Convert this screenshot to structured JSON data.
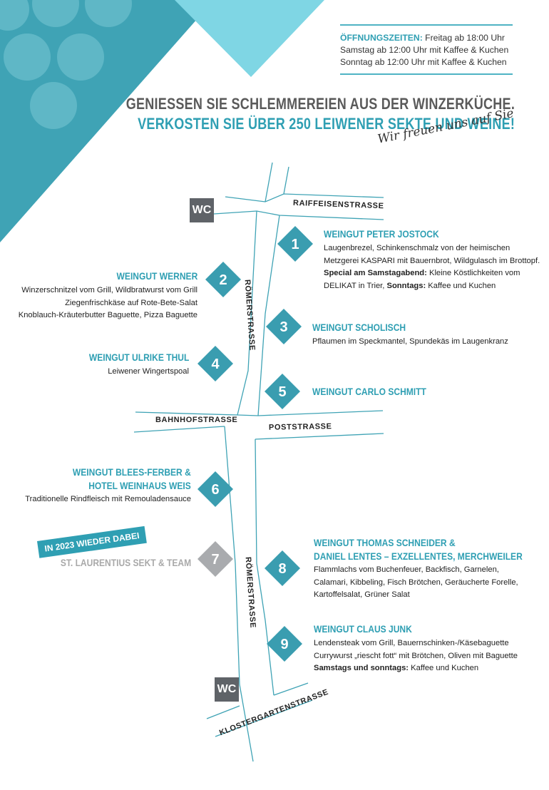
{
  "opening_hours": {
    "label": "ÖFFNUNGSZEITEN:",
    "friday": "Freitag ab 18:00 Uhr",
    "saturday": "Samstag ab 12:00 Uhr mit Kaffee & Kuchen",
    "sunday": "Sonntag ab 12:00 Uhr mit Kaffee & Kuchen"
  },
  "headline": {
    "line1": "Geniessen Sie Schlemmereien aus der Winzerküche.",
    "line2": "Verkosten Sie über 250 Leiwener Sekte und Weine!"
  },
  "slogan": "Wir freuen uns auf Sie",
  "streets": {
    "raiffeisen": "RAIFFEISENSTRASSE",
    "roemer_top": "RÖMERSTRASSE",
    "bahnhof": "BAHNHOFSTRASSE",
    "post": "POSTSTRASSE",
    "roemer_bottom": "RÖMERSTRASSE",
    "klostergarten": "KLOSTERGARTENSTRASSE"
  },
  "wc_label": "WC",
  "badge_2023": "IN 2023 WIEDER DABEI",
  "stations": [
    {
      "number": "1",
      "title": "WEINGUT PETER JOSTOCK",
      "lines": [
        "Laugenbrezel, Schinkenschmalz von der heimischen",
        "Metzgerei KASPARI mit Bauernbrot, Wildgulasch im Brottopf."
      ],
      "special_label": "Special am Samstagabend:",
      "special_text": " Kleine Köstlichkeiten vom",
      "line4_a": "DELIKAT in Trier, ",
      "line4_b": "Sonntags:",
      "line4_c": " Kaffee und Kuchen"
    },
    {
      "number": "2",
      "title": "WEINGUT WERNER",
      "lines": [
        "Winzerschnitzel vom Grill, Wildbratwurst vom Grill",
        "Ziegenfrischkäse auf Rote-Bete-Salat",
        "Knoblauch-Kräuterbutter Baguette, Pizza Baguette"
      ]
    },
    {
      "number": "3",
      "title": "WEINGUT SCHOLISCH",
      "lines": [
        "Pflaumen im Speckmantel, Spundekäs im Laugenkranz"
      ]
    },
    {
      "number": "4",
      "title": "WEINGUT ULRIKE THUL",
      "lines": [
        "Leiwener Wingertspoal"
      ]
    },
    {
      "number": "5",
      "title": "WEINGUT CARLO SCHMITT",
      "lines": []
    },
    {
      "number": "6",
      "title_line1": "WEINGUT BLEES-FERBER &",
      "title_line2": "HOTEL WEINHAUS WEIS",
      "lines": [
        "Traditionelle Rindfleisch mit Remouladensauce"
      ]
    },
    {
      "number": "7",
      "title": "ST. LAURENTIUS SEKT & TEAM",
      "lines": []
    },
    {
      "number": "8",
      "title_line1": "WEINGUT THOMAS SCHNEIDER &",
      "title_line2": "DANIEL LENTES – EXZELLENTES, MERCHWEILER",
      "lines": [
        "Flammlachs vom Buchenfeuer, Backfisch, Garnelen,",
        "Calamari, Kibbeling, Fisch Brötchen, Geräucherte Forelle,",
        "Kartoffelsalat, Grüner Salat"
      ]
    },
    {
      "number": "9",
      "title": "WEINGUT CLAUS JUNK",
      "lines": [
        "Lendensteak vom Grill, Bauernschinken-/Käsebaguette",
        "Currywurst „riescht fott“ mit Brötchen, Oliven mit Baguette"
      ],
      "bold_label": "Samstags und sonntags:",
      "bold_text": " Kaffee und Kuchen"
    }
  ],
  "colors": {
    "teal": "#2f9fb3",
    "teal_light": "#7fd6e4",
    "teal_dark": "#3a9db0",
    "grey_marker": "#a9abae",
    "wc_grey": "#5f6368"
  }
}
